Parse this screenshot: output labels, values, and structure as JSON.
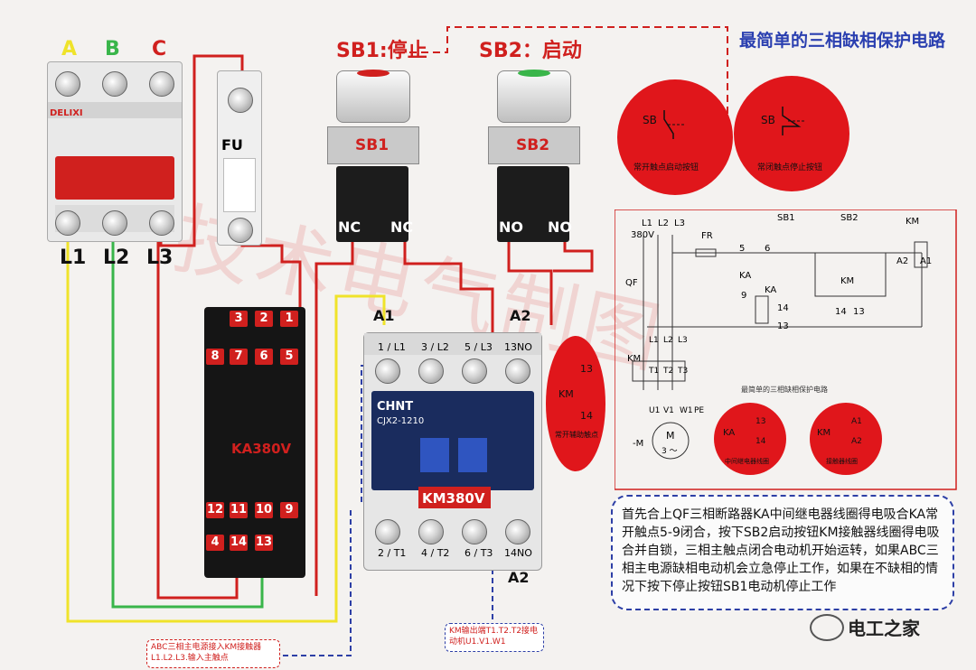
{
  "title": "最简单的三相缺相保护电路",
  "phases": [
    "A",
    "B",
    "C"
  ],
  "phase_colors": {
    "A": "#f2e61c",
    "B": "#39b54a",
    "C": "#d0201e"
  },
  "breaker_lines": [
    "L1",
    "L2",
    "L3"
  ],
  "breaker": {
    "brand": "DELIXI"
  },
  "fuse": {
    "label": "FU"
  },
  "sb1": {
    "title": "SB1:停止",
    "body": "SB1",
    "term_left": "NC",
    "term_right": "NC"
  },
  "sb2": {
    "title": "SB2：启动",
    "body": "SB2",
    "term_left": "NO",
    "term_right": "NO"
  },
  "relay": {
    "label": "KA380V",
    "top_numbers": [
      "3",
      "2",
      "1"
    ],
    "row2_numbers": [
      "8",
      "7",
      "6",
      "5"
    ],
    "row3_numbers": [
      "12",
      "11",
      "10",
      "9"
    ],
    "row4_numbers": [
      "4",
      "14",
      "13"
    ]
  },
  "contactor": {
    "brand": "CHNT",
    "model": "CJX2-1210",
    "label": "KM380V",
    "coil_a1": "A1",
    "coil_a2_top": "A2",
    "coil_a2_bottom": "A2",
    "top_terms": [
      "1 / L1",
      "3 / L2",
      "5 / L3",
      "13NO"
    ],
    "bottom_terms": [
      "2 / T1",
      "4 / T2",
      "6 / T3",
      "14NO"
    ]
  },
  "symbols": {
    "no_button": {
      "sb": "SB",
      "caption": "常开触点启动按钮"
    },
    "nc_button": {
      "sb": "SB",
      "caption": "常闭触点停止按钮"
    },
    "km_aux": {
      "top": "13",
      "km": "KM",
      "bottom": "14",
      "caption": "常开辅助触点"
    },
    "ka_coil": {
      "ka": "KA",
      "top": "13",
      "bottom": "14",
      "caption": "中间继电器线圈"
    },
    "km_coil": {
      "km": "KM",
      "top": "A1",
      "bottom": "A2",
      "caption": "接触器线圈"
    }
  },
  "schematic": {
    "voltage": "380V",
    "lines": [
      "L1",
      "L2",
      "L3"
    ],
    "qf": "QF",
    "fr": "FR",
    "sb1": "SB1",
    "sb2": "SB2",
    "km": "KM",
    "ka": "KA",
    "a1": "A1",
    "a2": "A2",
    "n5": "5",
    "n6": "6",
    "n9": "9",
    "n13": "13",
    "n14": "14",
    "km_top": [
      "L1",
      "L2",
      "L3"
    ],
    "km_bottom": [
      "T1",
      "T2",
      "T3"
    ],
    "motor_terms": [
      "U1",
      "V1",
      "W1",
      "PE"
    ],
    "motor_label": "M",
    "motor_phase": "3 ～",
    "motor_tag": "-M",
    "caption": "最简单的三相缺相保护电路"
  },
  "description": "首先合上QF三相断路器KA中间继电器线圈得电吸合KA常开触点5-9闭合，按下SB2启动按钮KM接触器线圈得电吸合并自锁，三相主触点闭合电动机开始运转，如果ABC三相主电源缺相电动机会立急停止工作，如果在不缺相的情况下按下停止按钮SB1电动机停止工作",
  "note_input": "ABC三相主电源接入KM接触器L1.L2.L3.输入主触点",
  "note_output": "KM输出端T1.T2.T2接电动机U1.V1.W1",
  "watermark": "技术电气制图",
  "brand_footer": "电工之家"
}
